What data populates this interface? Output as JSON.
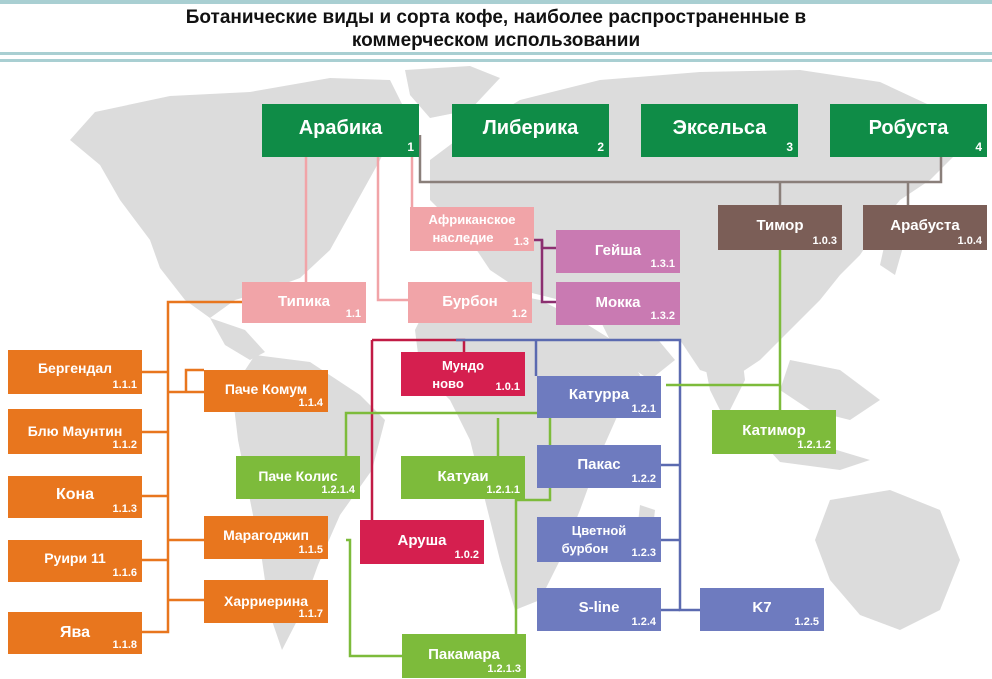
{
  "title": {
    "line1": "Ботанические виды и сорта кофе, наиболее распространенные в",
    "line2": "коммерческом использовании"
  },
  "colors": {
    "species": "#0f8c47",
    "pink": "#f1a4a8",
    "brown": "#7b5e57",
    "purple": "#c97ab2",
    "crimson": "#d51f4f",
    "blue": "#6e7bbf",
    "orange": "#e8761e",
    "lime": "#7dbb3b",
    "map": "#dcdcdc"
  },
  "nodes": {
    "arabica": {
      "label": "Арабика",
      "code": "1"
    },
    "liberica": {
      "label": "Либерика",
      "code": "2"
    },
    "excelsa": {
      "label": "Эксельса",
      "code": "3"
    },
    "robusta": {
      "label": "Робуста",
      "code": "4"
    },
    "timor": {
      "label": "Тимор",
      "code": "1.0.3"
    },
    "arabusta": {
      "label": "Арабуста",
      "code": "1.0.4"
    },
    "african": {
      "label1": "Африканское",
      "label2": "наследие",
      "code": "1.3"
    },
    "geisha": {
      "label": "Гейша",
      "code": "1.3.1"
    },
    "mokka": {
      "label": "Мокка",
      "code": "1.3.2"
    },
    "typica": {
      "label": "Типика",
      "code": "1.1"
    },
    "bourbon": {
      "label": "Бурбон",
      "code": "1.2"
    },
    "mundo": {
      "label1": "Мундо",
      "label2": "ново",
      "code": "1.0.1"
    },
    "caturra": {
      "label": "Катурра",
      "code": "1.2.1"
    },
    "catimor": {
      "label": "Катимор",
      "code": "1.2.1.2"
    },
    "pache_comum": {
      "label": "Паче Комум",
      "code": "1.1.4"
    },
    "pache_colis": {
      "label": "Паче Колис",
      "code": "1.2.1.4"
    },
    "catuai": {
      "label": "Катуаи",
      "code": "1.2.1.1"
    },
    "pacas": {
      "label": "Пакас",
      "code": "1.2.2"
    },
    "red_bourbon": {
      "label1": "Цветной",
      "label2": "бурбон",
      "code": "1.2.3"
    },
    "maragogype": {
      "label": "Марагоджип",
      "code": "1.1.5"
    },
    "harrierina": {
      "label": "Харриерина",
      "code": "1.1.7"
    },
    "arusha": {
      "label": "Аруша",
      "code": "1.0.2"
    },
    "sline": {
      "label": "S-line",
      "code": "1.2.4"
    },
    "k7": {
      "label": "K7",
      "code": "1.2.5"
    },
    "pacamara": {
      "label": "Пакамара",
      "code": "1.2.1.3"
    },
    "bergendal": {
      "label": "Бергендал",
      "code": "1.1.1"
    },
    "blue_mountain": {
      "label": "Блю Маунтин",
      "code": "1.1.2"
    },
    "kona": {
      "label": "Кона",
      "code": "1.1.3"
    },
    "ruiri": {
      "label": "Руири 11",
      "code": "1.1.6"
    },
    "java": {
      "label": "Ява",
      "code": "1.1.8"
    }
  }
}
